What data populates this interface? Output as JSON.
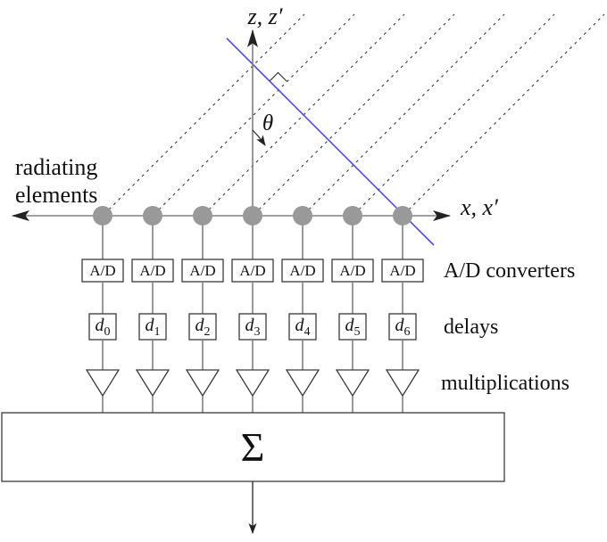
{
  "diagram": {
    "axes": {
      "z_label": "z, z′",
      "x_label": "x, x′"
    },
    "angle_label": "θ",
    "left_label": {
      "line1": "radiating",
      "line2": "elements"
    },
    "row_labels": {
      "adc": "A/D converters",
      "delays": "delays",
      "mult": "multiplications"
    },
    "adc_box_label": "A/D",
    "delays": {
      "base": "d",
      "subscripts": [
        "0",
        "1",
        "2",
        "3",
        "4",
        "5",
        "6"
      ]
    },
    "sum_label": "Σ",
    "colors": {
      "wavefront_blue": "#4d4ddf",
      "element_gray": "#999999",
      "line_gray": "#808080",
      "ink": "#1a1a1a"
    }
  }
}
